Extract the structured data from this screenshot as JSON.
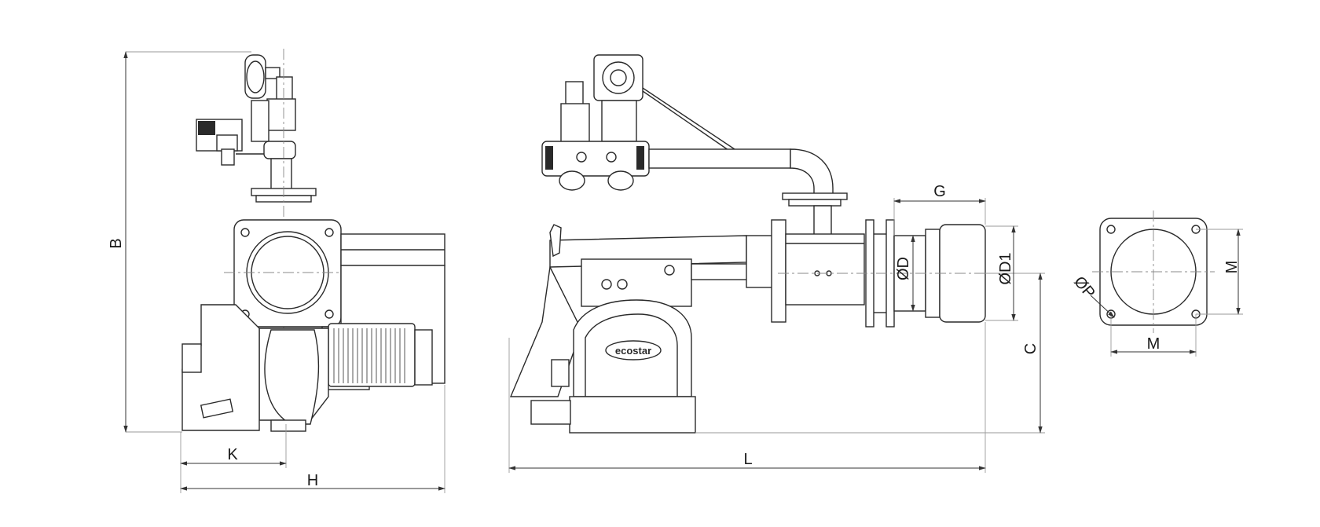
{
  "brand": "ecostar",
  "dimensions": {
    "B": "B",
    "K": "K",
    "H": "H",
    "L": "L",
    "G": "G",
    "C": "C",
    "D": "ØD",
    "D1": "ØD1",
    "P": "ØP",
    "M_vertical": "M",
    "M_horizontal": "M"
  }
}
